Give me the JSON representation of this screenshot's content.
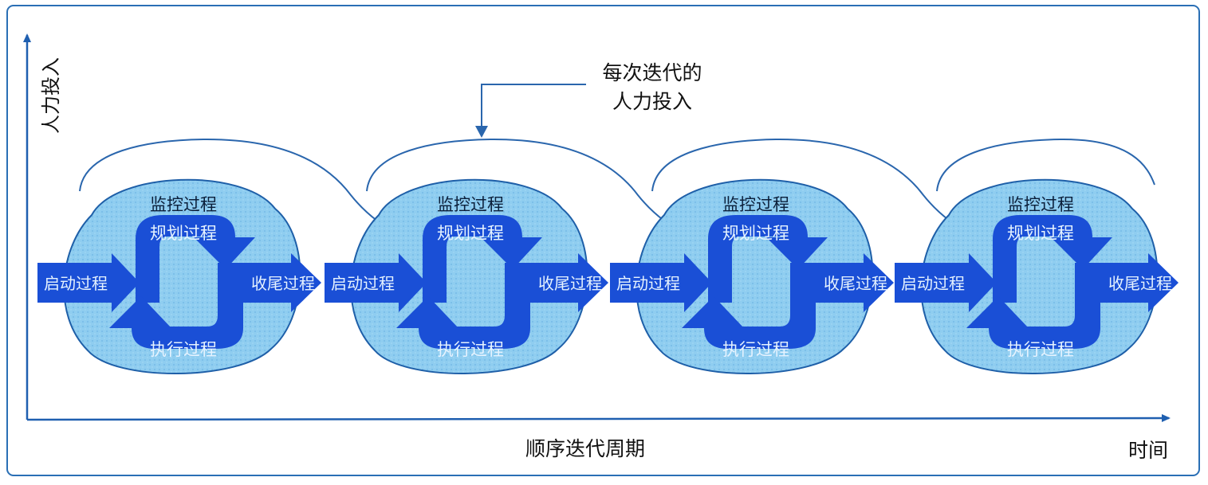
{
  "axes": {
    "y_label": "人力投入",
    "x_label": "顺序迭代周期",
    "time_label": "时间"
  },
  "callout": {
    "line1": "每次迭代的",
    "line2": "人力投入"
  },
  "iterations": [
    {
      "top": "监控过程",
      "plan": "规划过程",
      "exec": "执行过程",
      "start": "启动过程",
      "close": "收尾过程"
    },
    {
      "top": "监控过程",
      "plan": "规划过程",
      "exec": "执行过程",
      "start": "启动过程",
      "close": "收尾过程"
    },
    {
      "top": "监控过程",
      "plan": "规划过程",
      "exec": "执行过程",
      "start": "启动过程",
      "close": "收尾过程"
    },
    {
      "top": "监控过程",
      "plan": "规划过程",
      "exec": "执行过程",
      "start": "启动过程",
      "close": "收尾过程"
    }
  ],
  "colors": {
    "frame": "#2a6fb5",
    "axis": "#1f5fb0",
    "curve": "#2a66ad",
    "blob_fill": "#8fcdf0",
    "blob_stroke": "#1e5fa8",
    "arrow": "#1a4fd6",
    "label_light": "#e6f3ff",
    "label_dark": "#0b1f3a"
  }
}
